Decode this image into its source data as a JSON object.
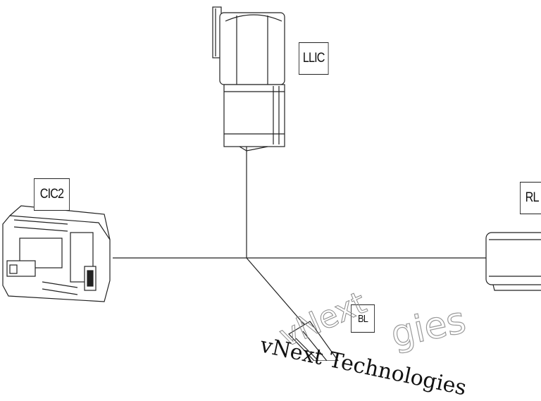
{
  "labels": {
    "top": "LLIC",
    "left": "CIC2",
    "right": "RL",
    "bottom": "BL"
  },
  "watermark": {
    "word_next": "vNext",
    "tech": "vNext Technologies",
    "word_gies": "gies"
  },
  "colors": {
    "line": "#222222",
    "background": "#ffffff",
    "watermark": "#8a8a8a"
  }
}
